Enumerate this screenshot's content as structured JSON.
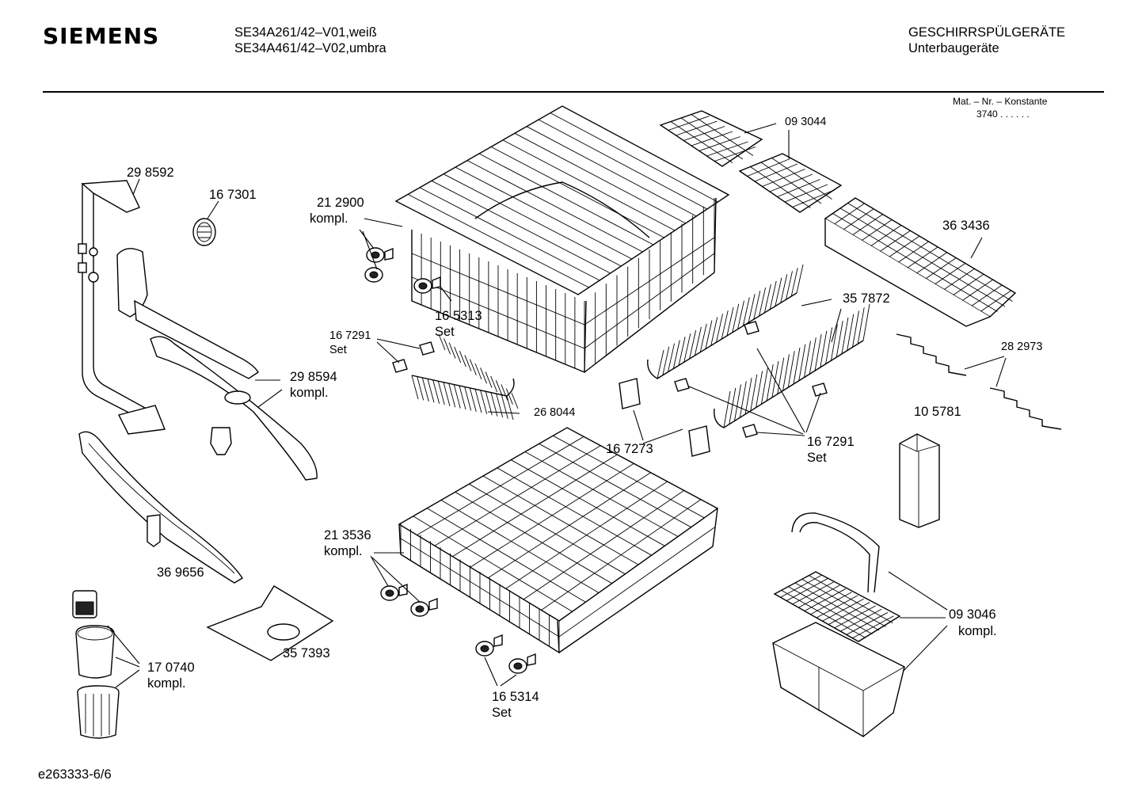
{
  "header": {
    "brand": "SIEMENS",
    "model_line_1": "SE34A261/42–V01,weiß",
    "model_line_2": "SE34A461/42–V02,umbra",
    "category": "GESCHIRRSPÜLGERÄTE",
    "subcategory": "Unterbaugeräte",
    "constant_label": "Mat. – Nr. – Konstante",
    "constant_value": "3740  .  .    .  .  .  ."
  },
  "parts": [
    {
      "id": "p-298592",
      "number": "29 8592"
    },
    {
      "id": "p-167301",
      "number": "16 7301"
    },
    {
      "id": "p-212900",
      "number": "21 2900",
      "note": "kompl."
    },
    {
      "id": "p-093044",
      "number": "09 3044"
    },
    {
      "id": "p-363436",
      "number": "36 3436"
    },
    {
      "id": "p-165313",
      "number": "16 5313",
      "note": "Set"
    },
    {
      "id": "p-357872",
      "number": "35 7872"
    },
    {
      "id": "p-167291a",
      "number": "16 7291",
      "note": "Set"
    },
    {
      "id": "p-282973",
      "number": "28 2973"
    },
    {
      "id": "p-298594",
      "number": "29 8594",
      "note": "kompl."
    },
    {
      "id": "p-268044",
      "number": "26 8044"
    },
    {
      "id": "p-105781",
      "number": "10 5781"
    },
    {
      "id": "p-167273",
      "number": "16 7273"
    },
    {
      "id": "p-167291b",
      "number": "16 7291",
      "note": "Set"
    },
    {
      "id": "p-213536",
      "number": "21 3536",
      "note": "kompl."
    },
    {
      "id": "p-369656",
      "number": "36 9656"
    },
    {
      "id": "p-093046",
      "number": "09 3046",
      "note": "kompl."
    },
    {
      "id": "p-357393",
      "number": "35 7393"
    },
    {
      "id": "p-170740",
      "number": "17 0740",
      "note": "kompl."
    },
    {
      "id": "p-165314",
      "number": "16 5314",
      "note": "Set"
    }
  ],
  "footer": {
    "drawing_id": "e263333-6/6"
  }
}
